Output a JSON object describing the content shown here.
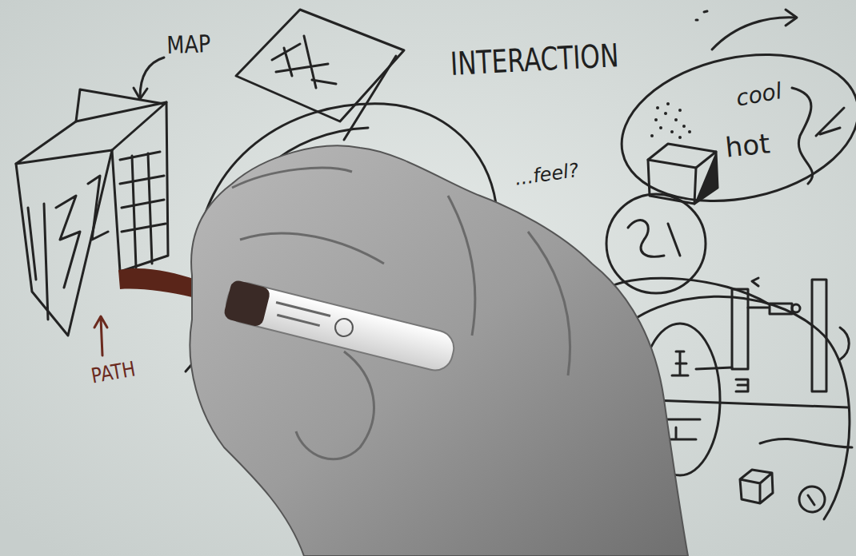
{
  "diagram": {
    "labels": [
      "MAP",
      "INTERACTION",
      "...feel?",
      "cool",
      "hot",
      "PATH"
    ]
  }
}
